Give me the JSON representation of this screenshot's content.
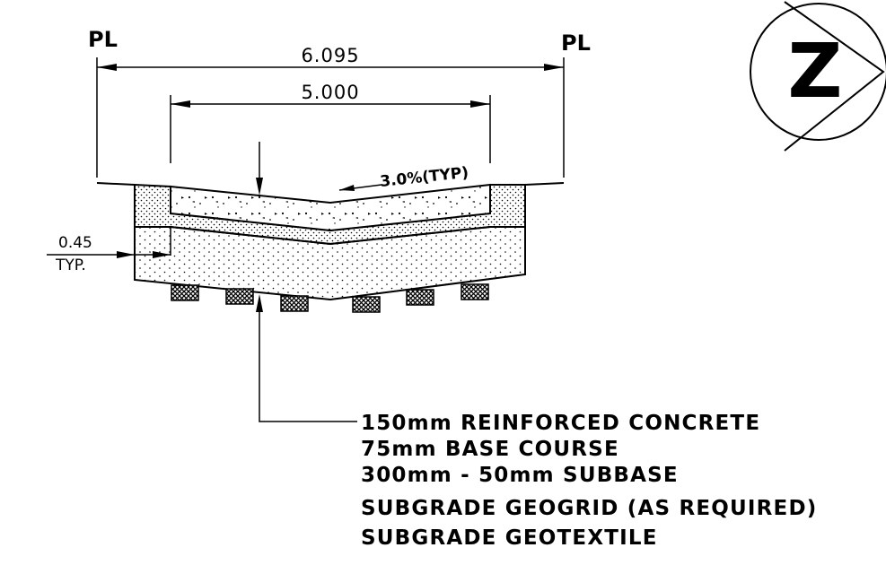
{
  "dimensions": {
    "overall_width": "6.095",
    "pavement_width": "5.000",
    "shoulder": "0.45",
    "shoulder_note": "TYP."
  },
  "property_line": {
    "left": "PL",
    "right": "PL"
  },
  "slope_label": "3.0%(TYP)",
  "north_arrow": {
    "letter": "Z",
    "icon": "north-arrow-icon"
  },
  "layers": [
    "150mm REINFORCED CONCRETE",
    "75mm BASE COURSE",
    "300mm - 50mm SUBBASE",
    "SUBGRADE GEOGRID (AS REQUIRED)",
    "SUBGRADE GEOTEXTILE"
  ]
}
